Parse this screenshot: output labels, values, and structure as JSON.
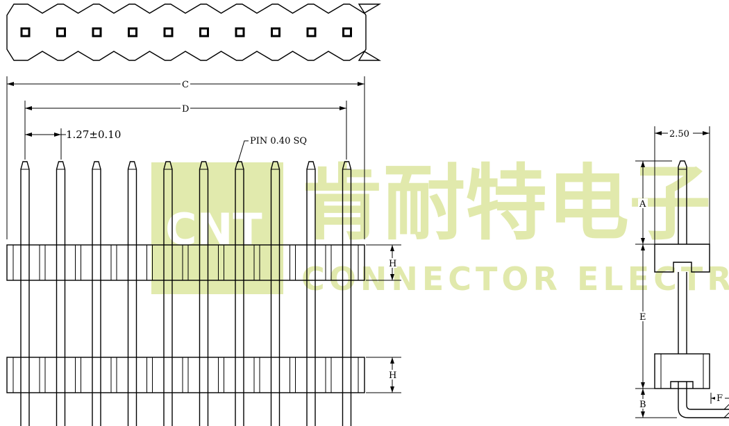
{
  "drawing": {
    "pin_count": 10,
    "dimensions": {
      "pitch": "1.27±0.10",
      "pin_note": "PIN 0.40 SQ",
      "overall_length": "C",
      "pin_span": "D",
      "housing_height": "H",
      "side_width": "2.50",
      "side_labels": {
        "upper_pin": "A",
        "gap": "E",
        "lower_pin": "B",
        "offset": "F"
      }
    }
  },
  "watermark": {
    "logo_text": "CNT",
    "chinese": "肯耐特电子",
    "english": "CONNECTOR ELECTRONICS",
    "color": "#c9d86a"
  }
}
